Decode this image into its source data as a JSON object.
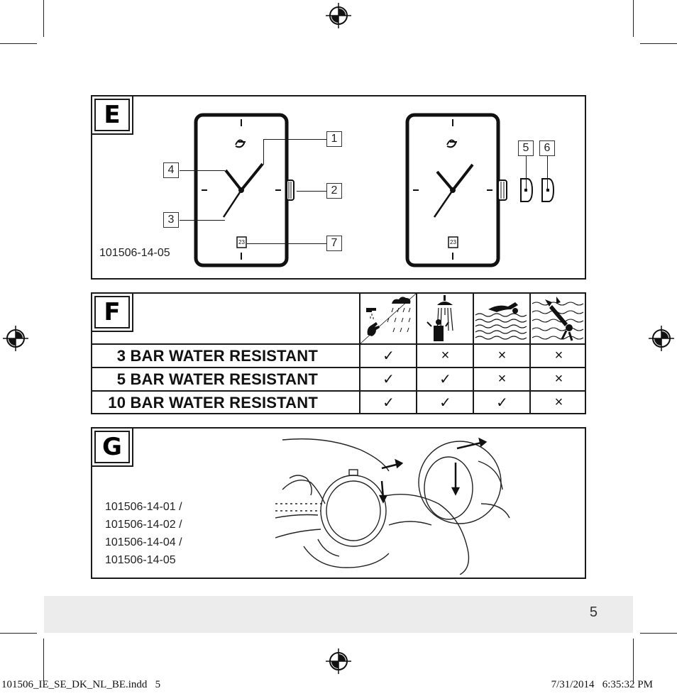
{
  "panel_e": {
    "label": "E",
    "model": "101506-14-05",
    "callouts": [
      "1",
      "2",
      "3",
      "4",
      "5",
      "6",
      "7"
    ],
    "date_window": "23"
  },
  "panel_f": {
    "label": "F",
    "icons": [
      "wash-rain-icon",
      "shower-icon",
      "swimming-icon",
      "diving-icon"
    ],
    "rows": [
      {
        "label": "3 BAR WATER RESISTANT",
        "cells": [
          "✓",
          "×",
          "×",
          "×"
        ]
      },
      {
        "label": "5 BAR WATER RESISTANT",
        "cells": [
          "✓",
          "✓",
          "×",
          "×"
        ]
      },
      {
        "label": "10 BAR WATER RESISTANT",
        "cells": [
          "✓",
          "✓",
          "✓",
          "×"
        ]
      }
    ]
  },
  "panel_g": {
    "label": "G",
    "models": [
      "101506-14-01 /",
      "101506-14-02 /",
      "101506-14-04 /",
      "101506-14-05"
    ]
  },
  "footer": {
    "page_number": "5",
    "slug_file": "101506_IE_SE_DK_NL_BE.indd   5",
    "slug_date": "7/31/2014   6:35:32 PM"
  }
}
